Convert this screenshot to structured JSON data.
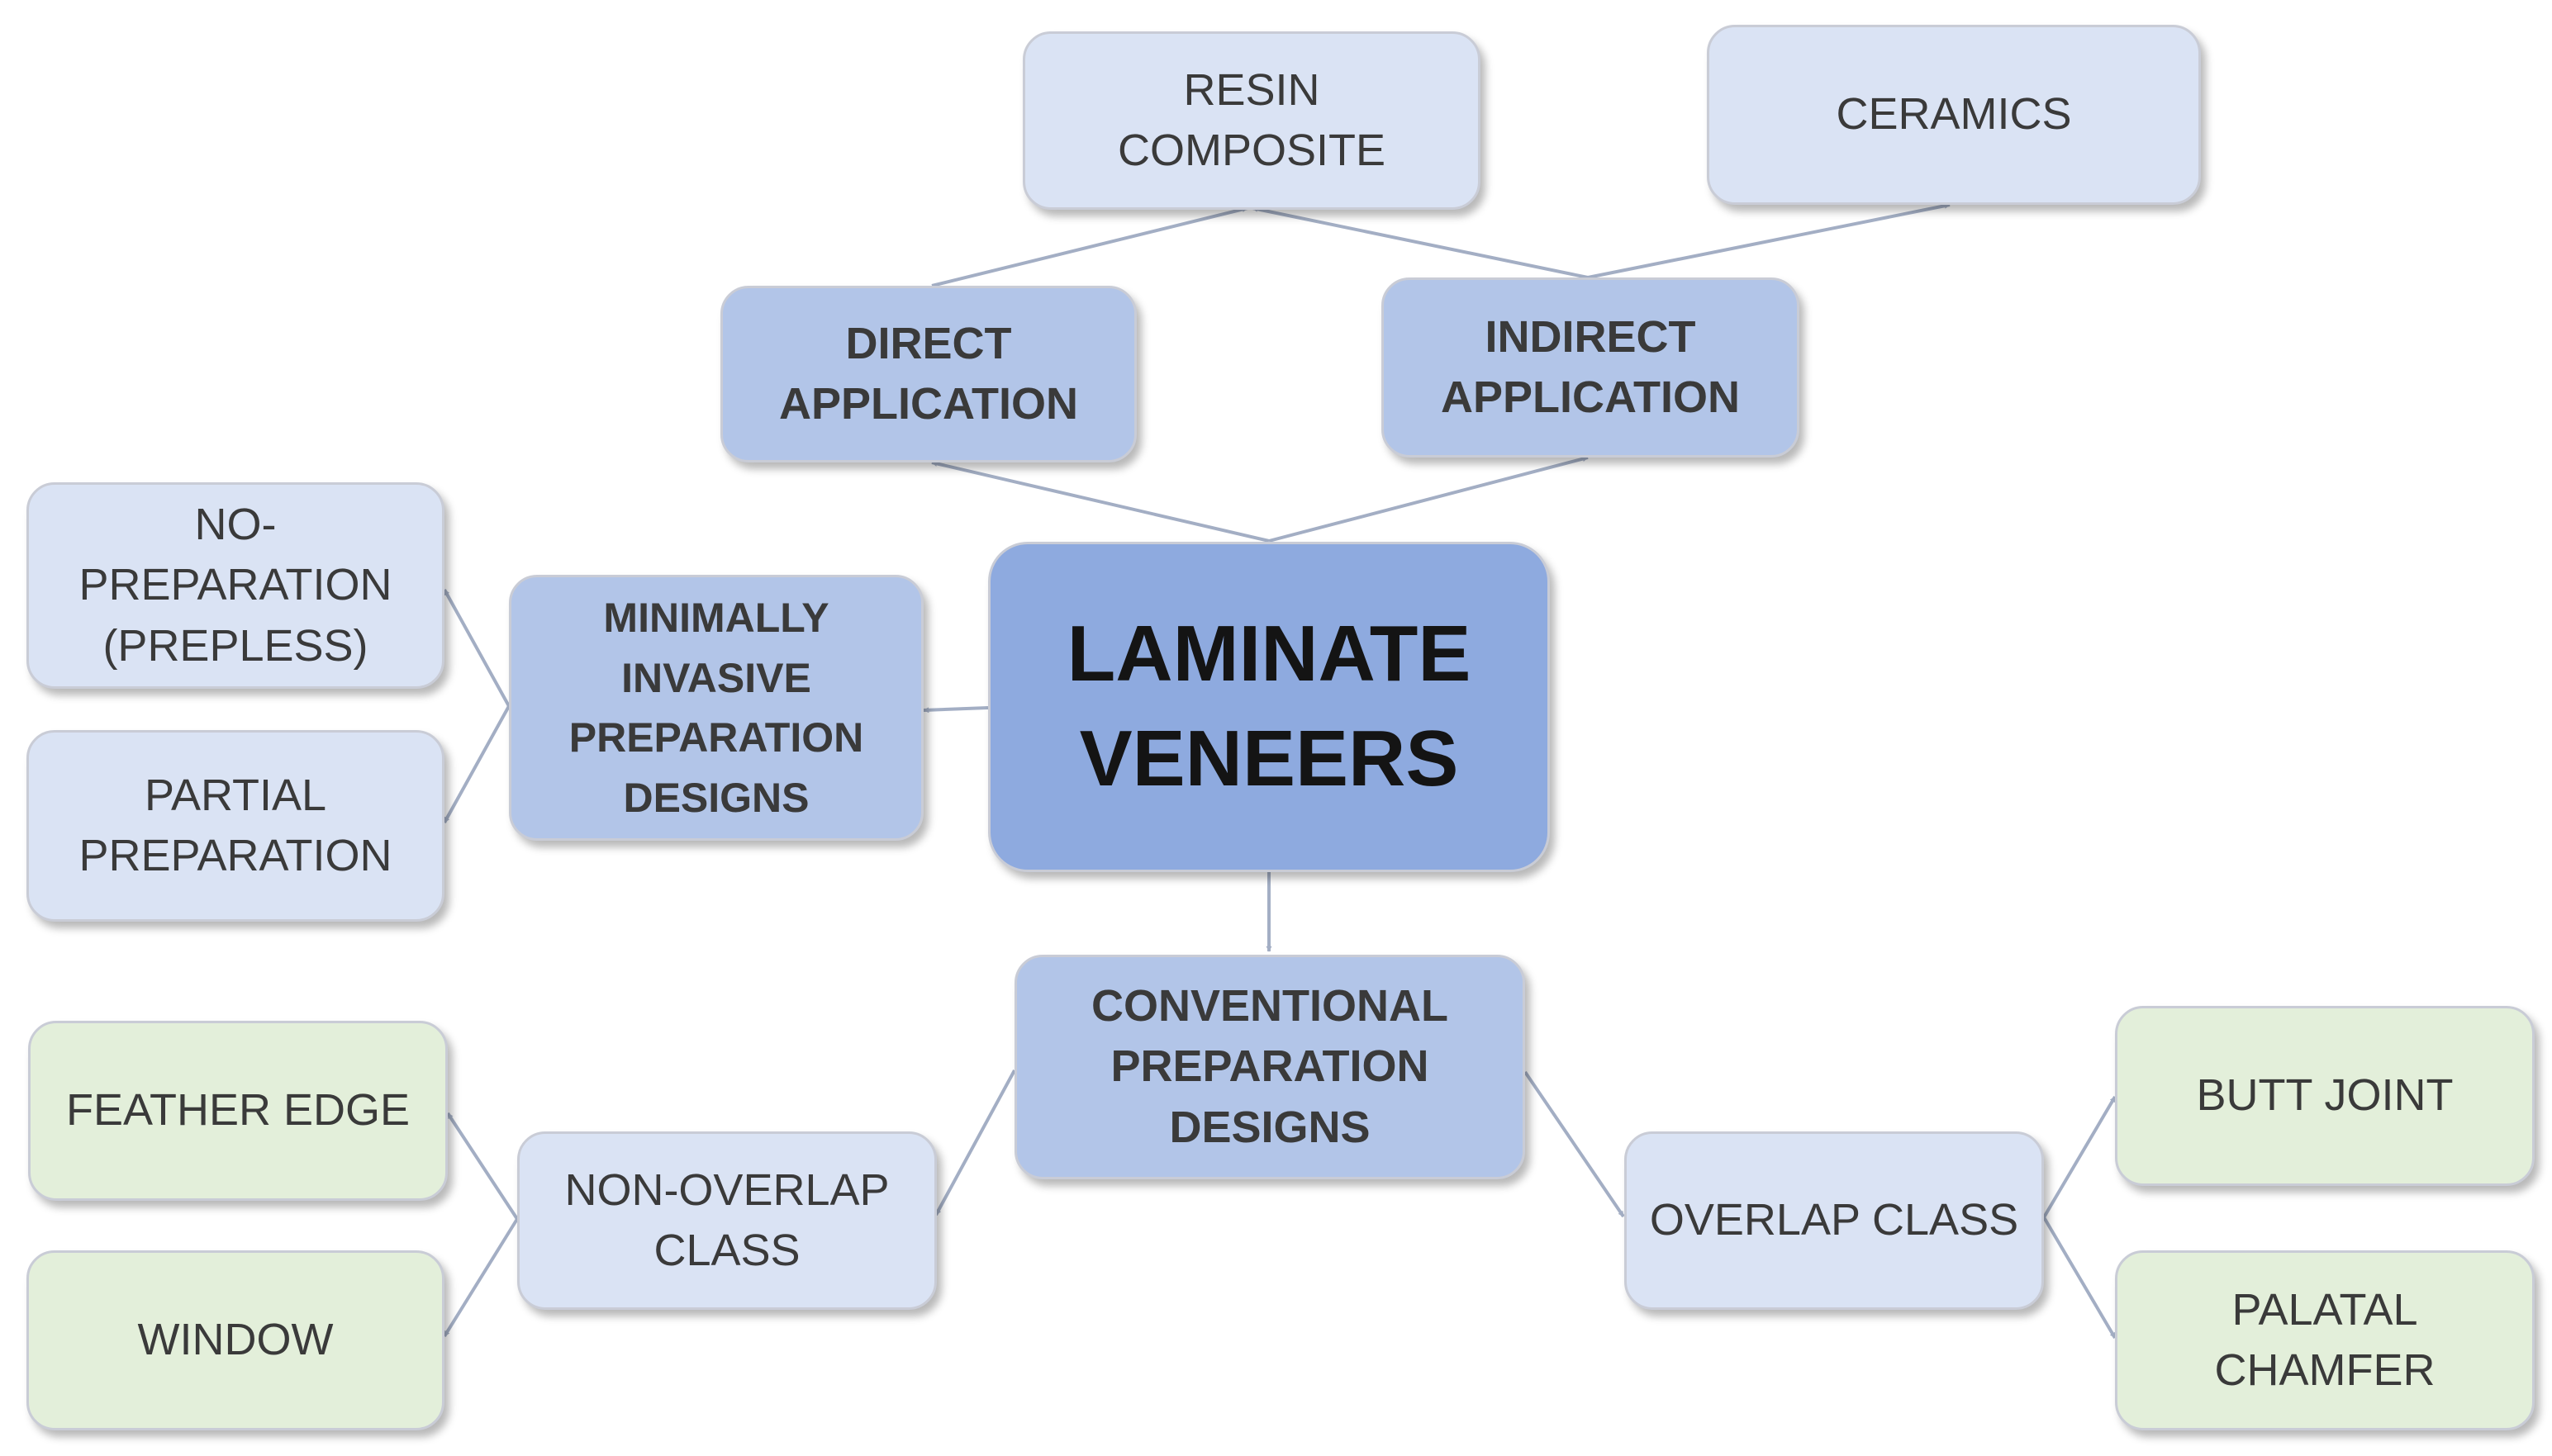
{
  "diagram": {
    "center": {
      "label": "LAMINATE\nVENEERS"
    },
    "direct_application": {
      "label": "DIRECT\nAPPLICATION"
    },
    "indirect_application": {
      "label": "INDIRECT\nAPPLICATION"
    },
    "resin_composite": {
      "label": "RESIN\nCOMPOSITE"
    },
    "ceramics": {
      "label": "CERAMICS"
    },
    "minimally_invasive": {
      "label": "MINIMALLY\nINVASIVE\nPREPARATION\nDESIGNS"
    },
    "no_preparation": {
      "label": "NO-\nPREPARATION\n(PREPLESS)"
    },
    "partial_preparation": {
      "label": "PARTIAL\nPREPARATION"
    },
    "conventional": {
      "label": "CONVENTIONAL\nPREPARATION\nDESIGNS"
    },
    "non_overlap": {
      "label": "NON-OVERLAP\nCLASS"
    },
    "overlap": {
      "label": "OVERLAP CLASS"
    },
    "feather_edge": {
      "label": "FEATHER EDGE"
    },
    "window": {
      "label": "WINDOW"
    },
    "butt_joint": {
      "label": "BUTT JOINT"
    },
    "palatal_chamfer": {
      "label": "PALATAL\nCHAMFER"
    }
  },
  "colors": {
    "connector": "#a3aec4",
    "light_node": "#dae3f4",
    "mid_node": "#b2c5e8",
    "center_node": "#8eaadf",
    "green_node": "#e3efda"
  }
}
